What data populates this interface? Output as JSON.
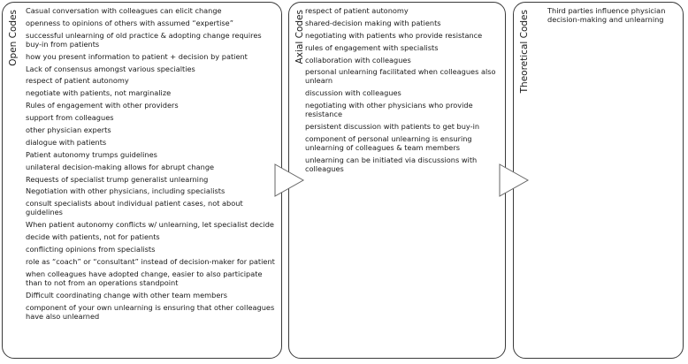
{
  "panels": {
    "open": {
      "title": "Open Codes",
      "items": [
        "Casual conversation with colleagues can elicit change",
        "openness to opinions of others with assumed “expertise”",
        "successful unlearning of old practice & adopting change requires buy-in from patients",
        "how you present information to patient + decision by patient",
        "Lack of consensus amongst various specialties",
        "respect of patient autonomy",
        "negotiate with patients, not marginalize",
        "Rules of engagement with other providers",
        "support from colleagues",
        "other physician experts",
        "dialogue with patients",
        "Patient autonomy trumps guidelines",
        "unilateral decision-making allows for abrupt change",
        "Requests of specialist trump generalist unlearning",
        "Negotiation with other physicians, including specialists",
        "consult specialists about individual patient cases, not about guidelines",
        "When patient autonomy conflicts w/ unlearning, let specialist decide",
        "decide with patients, not for patients",
        "conflicting opinions from specialists",
        "role as “coach” or “consultant” instead of decision-maker for patient",
        "when colleagues have adopted change, easier to also participate than to not from an operations standpoint",
        "Difficult coordinating change with other team members",
        "component of your own unlearning is ensuring that other colleagues have also unlearned"
      ]
    },
    "axial": {
      "title": "Axial Codes",
      "items": [
        "respect of patient autonomy",
        "shared-decision making with patients",
        "negotiating with patients who provide resistance",
        "rules of engagement with specialists",
        "collaboration with colleagues",
        "personal unlearning facilitated when colleagues also unlearn",
        "discussion with colleagues",
        "negotiating with other physicians who provide resistance",
        "persistent discussion with patients to get buy-in",
        "component of personal unlearning is ensuring unlearning of colleagues & team members",
        "unlearning can be initiated via discussions with colleagues"
      ]
    },
    "theoretical": {
      "title": "Theoretical Codes",
      "items": [
        "Third parties influence physician decision-making and unlearning"
      ]
    }
  }
}
